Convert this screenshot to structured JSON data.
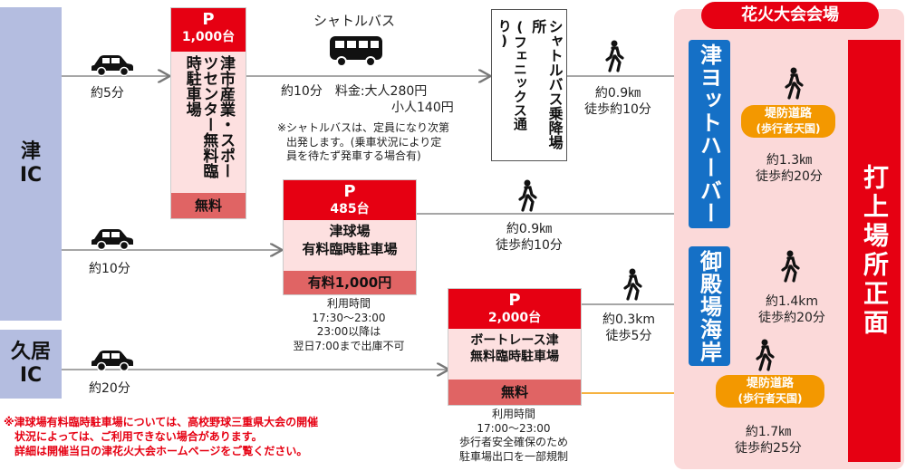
{
  "interchanges": [
    {
      "id": "tsu",
      "name": "津\nIC"
    },
    {
      "id": "hisai",
      "name": "久居\nIC"
    }
  ],
  "venue": {
    "title": "花火大会会場",
    "harbor": "津ヨットハーバー",
    "beach": "御殿場海岸",
    "launch": "打上場所正面",
    "levee1": {
      "line1": "堤防道路",
      "line2": "(歩行者天国)"
    },
    "levee2": {
      "line1": "堤防道路",
      "line2": "(歩行者天国)"
    }
  },
  "parking": {
    "sports": {
      "p": "P",
      "cap": "1,000台",
      "name": "津市産業・スポーツセンター無料臨時駐車場",
      "fee": "無料"
    },
    "stadium": {
      "p": "P",
      "cap": "485台",
      "name1": "津球場",
      "name2": "有料臨時駐車場",
      "fee": "有料1,000円",
      "hours": [
        "利用時間",
        "17:30〜23:00",
        "23:00以降は",
        "翌日7:00まで出庫不可"
      ]
    },
    "boat": {
      "p": "P",
      "cap": "2,000台",
      "name1": "ボートレース津",
      "name2": "無料臨時駐車場",
      "fee": "無料",
      "hours": [
        "利用時間",
        "17:00〜23:00",
        "歩行者安全確保のため",
        "駐車場出口を一部規制"
      ]
    }
  },
  "shuttle": {
    "label": "シャトルバス",
    "stop_main": "シャトルバス乗降場所",
    "stop_sub": "(フェニックス通り)",
    "time": "約10分　料金:大人280円",
    "child": "小人140円",
    "note": [
      "※シャトルバスは、定員になり次第",
      "出発します。(乗車状況により定",
      "員を待たず発車する場合有)"
    ]
  },
  "routes": {
    "drive_sports": "約5分",
    "drive_stadium": "約10分",
    "drive_boat": "約20分",
    "walk_stop": [
      "約0.9㎞",
      "徒歩約10分"
    ],
    "walk_stadium": [
      "約0.9㎞",
      "徒歩約10分"
    ],
    "walk_boat": [
      "約0.3km",
      "徒歩5分"
    ],
    "walk_harbor": [
      "約1.3㎞",
      "徒歩約20分"
    ],
    "walk_beach": [
      "約1.4km",
      "徒歩約20分"
    ],
    "walk_levee": [
      "約1.7㎞",
      "徒歩約25分"
    ]
  },
  "footnote": [
    "※津球場有料臨時駐車場については、高校野球三重県大会の開催",
    "　状況によっては、ご利用できない場合があります。",
    "　詳細は開催当日の津花火大会ホームページをご覧ください。"
  ],
  "colors": {
    "red": "#e60012",
    "blue": "#1570c6",
    "orange": "#f39800",
    "pink": "#fde0e0",
    "ic": "#b4bde0"
  }
}
